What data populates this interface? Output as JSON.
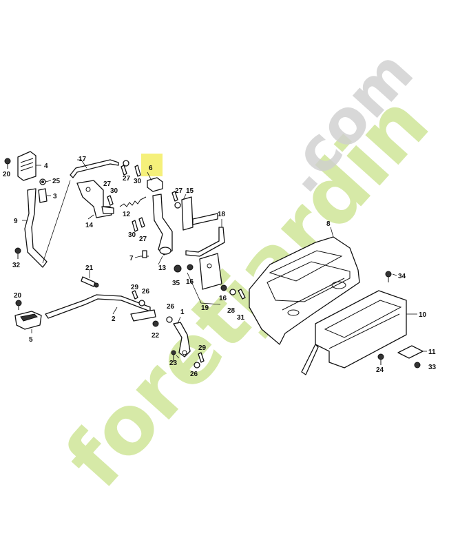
{
  "diagram": {
    "highlight_color": "#f5f07a",
    "watermark": {
      "main_text": "foretjardin",
      "domain_text": ".com",
      "main_color": "#c9e28a",
      "domain_color": "#cfcfcf"
    },
    "labels": {
      "p1": "1",
      "p2": "2",
      "p3": "3",
      "p4": "4",
      "p5": "5",
      "p6": "6",
      "p7": "7",
      "p8": "8",
      "p9": "9",
      "p10": "10",
      "p11": "11",
      "p12": "12",
      "p13": "13",
      "p14": "14",
      "p15": "15",
      "p16a": "16",
      "p16b": "16",
      "p17": "17",
      "p18": "18",
      "p19": "19",
      "p20a": "20",
      "p20b": "20",
      "p21": "21",
      "p22": "22",
      "p23": "23",
      "p24": "24",
      "p25": "25",
      "p26a": "26",
      "p26b": "26",
      "p26c": "26",
      "p27a": "27",
      "p27b": "27",
      "p27c": "27",
      "p27d": "27",
      "p28": "28",
      "p29a": "29",
      "p29b": "29",
      "p30a": "30",
      "p30b": "30",
      "p30c": "30",
      "p31": "31",
      "p32": "32",
      "p33": "33",
      "p34": "34",
      "p35": "35"
    }
  }
}
